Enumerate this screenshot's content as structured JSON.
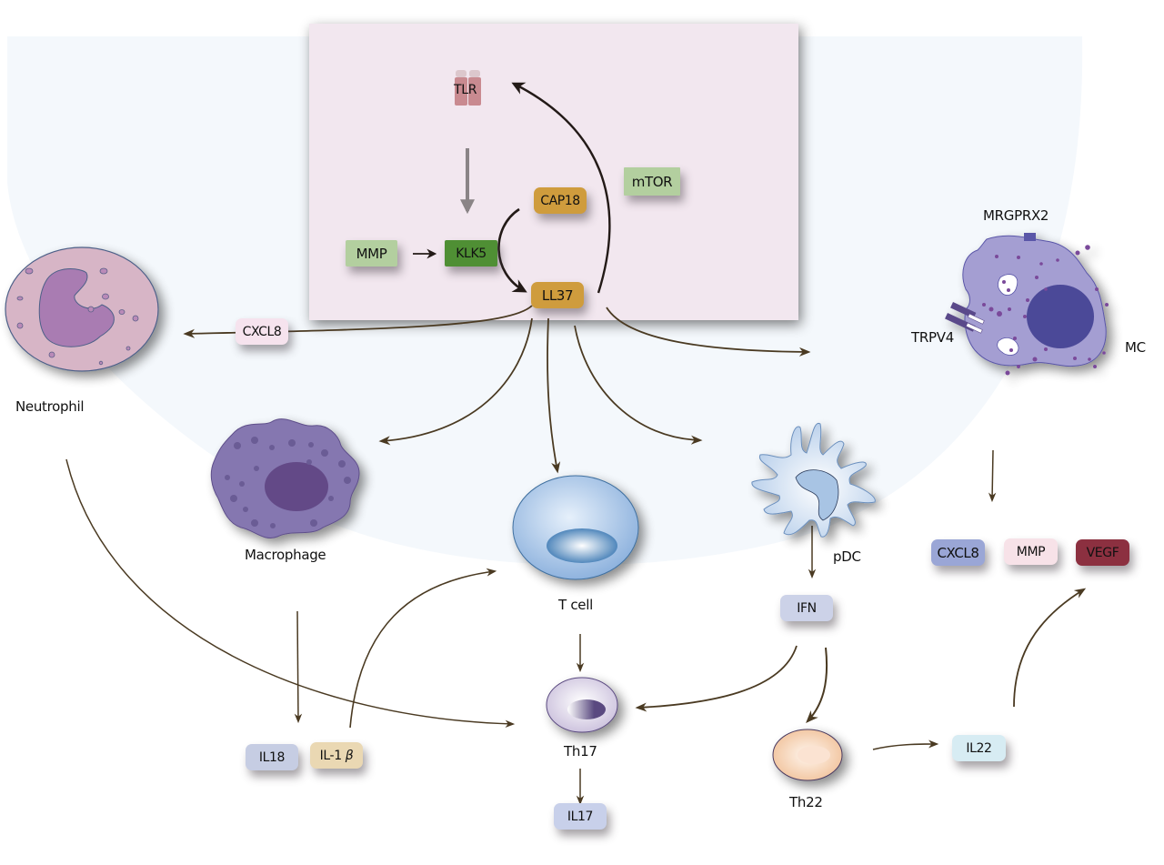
{
  "diagram": {
    "title_region": "LL37 signaling pathway and immune cell interactions",
    "colors": {
      "background_arc": "#f4f8fc",
      "panel_bg": "#f2e7ef",
      "arrow": "#4a3a22",
      "inner_arrow": "#231a17",
      "tlr_arrow": "#8a8486",
      "ll37_cap18": "#cf9c3d",
      "klk5": "#4f8f34",
      "mmp_mtor": "#b3cf9f",
      "tlr": "#c98a90",
      "cxcl8_neutrophil": "#f6e3ee",
      "cxcl8_mc": "#9aa6d6",
      "mmp_mc": "#f7e2e8",
      "vegf": "#8c3040",
      "il18": "#c6cde3",
      "il1b": "#ead8b3",
      "ifn": "#ccd2e8",
      "il17": "#c8d0ea",
      "il22": "#d7ecf3"
    },
    "panel": {
      "nodes": {
        "tlr": "TLR",
        "mtor": "mTOR",
        "cap18": "CAP18",
        "mmp": "MMP",
        "klk5": "KLK5",
        "ll37": "LL37"
      }
    },
    "cells": {
      "neutrophil": "Neutrophil",
      "macrophage": "Macrophage",
      "tcell": "T cell",
      "pdc": "pDC",
      "mc": "MC",
      "th17": "Th17",
      "th22": "Th22"
    },
    "receptors": {
      "mrgprx2": "MRGPRX2",
      "trpv4": "TRPV4"
    },
    "mediators": {
      "cxcl8_neutrophil": "CXCL8",
      "cxcl8_mc": "CXCL8",
      "mmp_mc": "MMP",
      "vegf": "VEGF",
      "il18": "IL18",
      "il1b_prefix": "IL-1",
      "il1b_greek": "β",
      "ifn": "IFN",
      "il17": "IL17",
      "il22": "IL22"
    },
    "edges": [
      {
        "from": "TLR",
        "to": "KLK5"
      },
      {
        "from": "MMP",
        "to": "KLK5"
      },
      {
        "from": "CAP18",
        "to": "LL37"
      },
      {
        "from": "LL37",
        "to": "TLR",
        "via": "mTOR"
      },
      {
        "from": "LL37",
        "to": "Neutrophil",
        "label": "CXCL8"
      },
      {
        "from": "LL37",
        "to": "Macrophage"
      },
      {
        "from": "LL37",
        "to": "T cell"
      },
      {
        "from": "LL37",
        "to": "pDC"
      },
      {
        "from": "LL37",
        "to": "MC"
      },
      {
        "from": "MC",
        "to": "CXCL8/MMP/VEGF"
      },
      {
        "from": "pDC",
        "to": "IFN"
      },
      {
        "from": "IFN",
        "to": "Th17"
      },
      {
        "from": "IFN",
        "to": "Th22"
      },
      {
        "from": "Macrophage",
        "to": "IL18/IL-1β"
      },
      {
        "from": "IL-1β",
        "to": "T cell"
      },
      {
        "from": "Neutrophil",
        "to": "Th17"
      },
      {
        "from": "T cell",
        "to": "Th17"
      },
      {
        "from": "Th17",
        "to": "IL17"
      },
      {
        "from": "Th22",
        "to": "IL22"
      },
      {
        "from": "IL22",
        "to": "VEGF"
      }
    ]
  }
}
